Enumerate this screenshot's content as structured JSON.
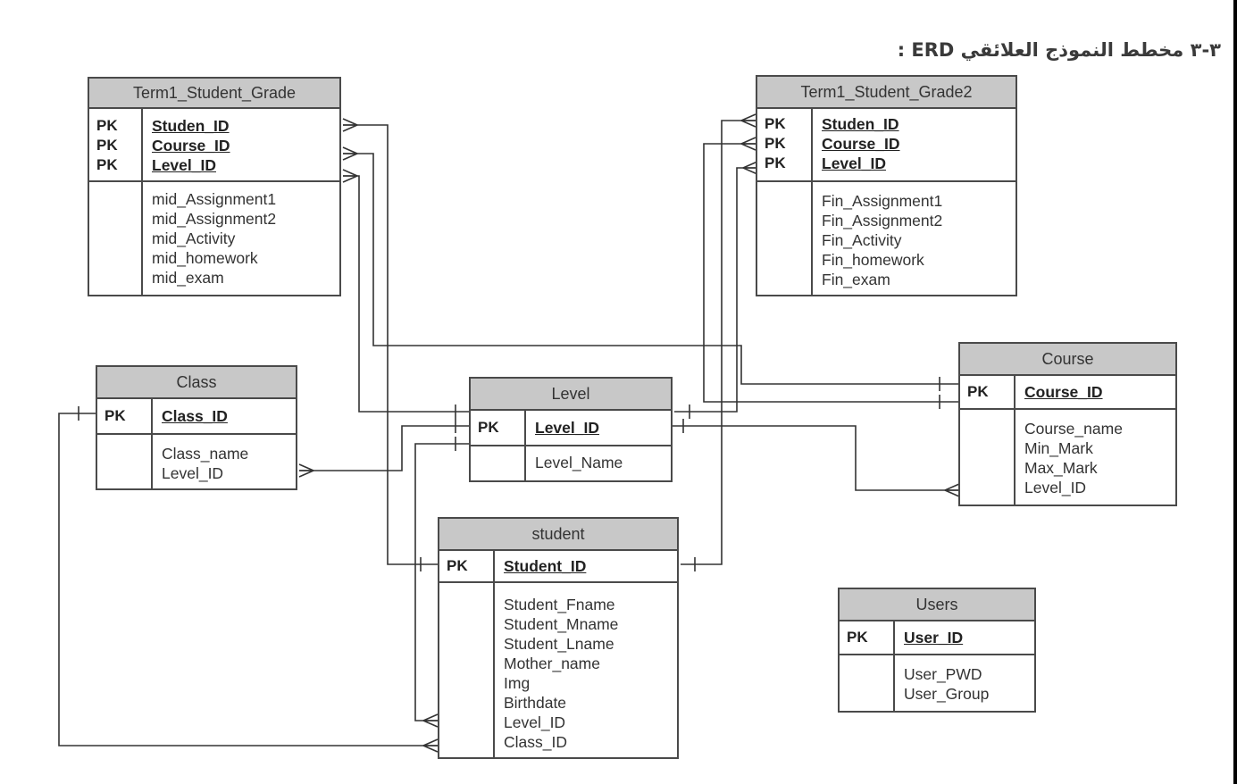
{
  "title": "٣-٣ مخطط النموذج العلائقي ERD :",
  "colors": {
    "header_fill": "#c8c8c8",
    "border": "#4a4a4a",
    "line": "#333333",
    "text": "#333333"
  },
  "entities": {
    "term1_grade": {
      "name": "Term1_Student_Grade",
      "key_label": "PK",
      "primary_keys": [
        "Studen_ID",
        "Course_ID",
        "Level_ID"
      ],
      "attributes": [
        "mid_Assignment1",
        "mid_Assignment2",
        "mid_Activity",
        "mid_homework",
        "mid_exam"
      ]
    },
    "term1_grade2": {
      "name": "Term1_Student_Grade2",
      "key_label": "PK",
      "primary_keys": [
        "Studen_ID",
        "Course_ID",
        "Level_ID"
      ],
      "attributes": [
        "Fin_Assignment1",
        "Fin_Assignment2",
        "Fin_Activity",
        "Fin_homework",
        "Fin_exam"
      ]
    },
    "class": {
      "name": "Class",
      "key_label": "PK",
      "primary_keys": [
        "Class_ID"
      ],
      "attributes": [
        "Class_name",
        "Level_ID"
      ]
    },
    "level": {
      "name": "Level",
      "key_label": "PK",
      "primary_keys": [
        "Level_ID"
      ],
      "attributes": [
        "Level_Name"
      ]
    },
    "course": {
      "name": "Course",
      "key_label": "PK",
      "primary_keys": [
        "Course_ID"
      ],
      "attributes": [
        "Course_name",
        "Min_Mark",
        "Max_Mark",
        "Level_ID"
      ]
    },
    "student": {
      "name": "student",
      "key_label": "PK",
      "primary_keys": [
        "Student_ID"
      ],
      "attributes": [
        "Student_Fname",
        "Student_Mname",
        "Student_Lname",
        "Mother_name",
        "Img",
        "Birthdate",
        "Level_ID",
        "Class_ID"
      ]
    },
    "users": {
      "name": "Users",
      "key_label": "PK",
      "primary_keys": [
        "User_ID"
      ],
      "attributes": [
        "User_PWD",
        "User_Group"
      ]
    }
  },
  "relationships": [
    {
      "from": "student.Student_ID",
      "to": "Term1_Student_Grade.Studen_ID",
      "cardinality": "one-to-many"
    },
    {
      "from": "Course.Course_ID",
      "to": "Term1_Student_Grade.Course_ID",
      "cardinality": "one-to-many"
    },
    {
      "from": "Level.Level_ID",
      "to": "Term1_Student_Grade.Level_ID",
      "cardinality": "one-to-many"
    },
    {
      "from": "student.Student_ID",
      "to": "Term1_Student_Grade2.Studen_ID",
      "cardinality": "one-to-many"
    },
    {
      "from": "Course.Course_ID",
      "to": "Term1_Student_Grade2.Course_ID",
      "cardinality": "one-to-many"
    },
    {
      "from": "Level.Level_ID",
      "to": "Term1_Student_Grade2.Level_ID",
      "cardinality": "one-to-many"
    },
    {
      "from": "Level.Level_ID",
      "to": "Class.Level_ID",
      "cardinality": "one-to-many"
    },
    {
      "from": "Level.Level_ID",
      "to": "Course.Level_ID",
      "cardinality": "one-to-many"
    },
    {
      "from": "Level.Level_ID",
      "to": "student.Level_ID",
      "cardinality": "one-to-many"
    },
    {
      "from": "Class.Class_ID",
      "to": "student.Class_ID",
      "cardinality": "one-to-many"
    }
  ]
}
